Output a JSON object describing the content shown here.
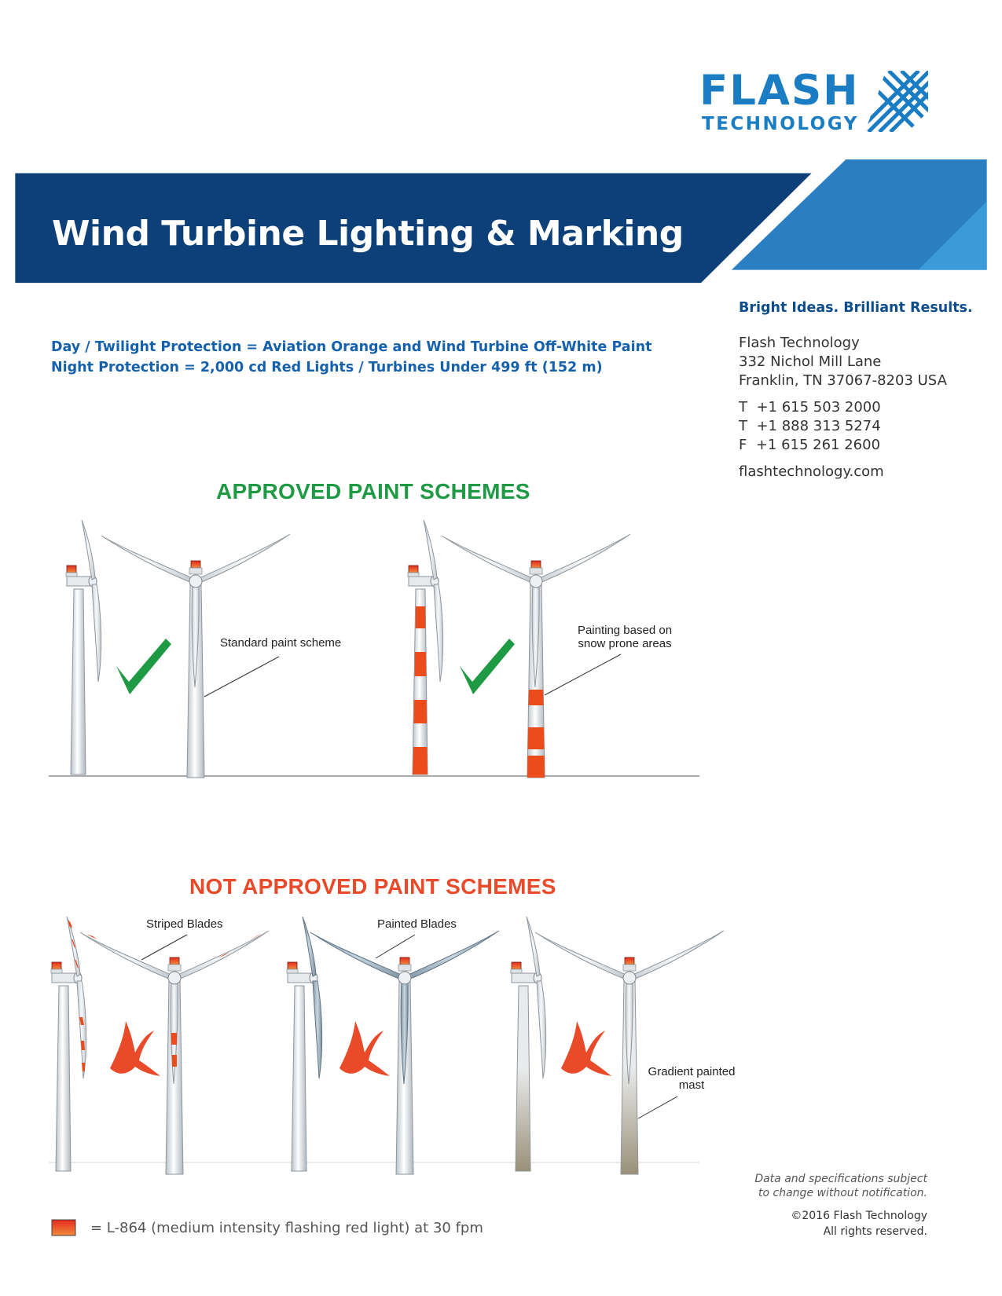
{
  "brand": {
    "logo_line1": "FLASH",
    "logo_line2": "TECHNOLOGY",
    "primary_color": "#1a7dc4",
    "banner_color": "#0d4078"
  },
  "header": {
    "title": "Wind Turbine Lighting & Marking"
  },
  "contact": {
    "tagline": "Bright Ideas. Brilliant Results.",
    "company": "Flash Technology",
    "street": "332 Nichol Mill Lane",
    "city": "Franklin, TN 37067-8203 USA",
    "phones": [
      {
        "label": "T",
        "number": "+1 615 503 2000"
      },
      {
        "label": "T",
        "number": "+1 888 313 5274"
      },
      {
        "label": "F",
        "number": "+1 615 261 2600"
      }
    ],
    "website": "flashtechnology.com"
  },
  "intro": {
    "line1": "Day / Twilight Protection = Aviation Orange and Wind Turbine Off-White Paint",
    "line2": "Night Protection = 2,000 cd Red Lights / Turbines Under 499 ft (152 m)"
  },
  "approved": {
    "title": "APPROVED PAINT SCHEMES",
    "title_color": "#1f9a44",
    "labels": {
      "standard": "Standard paint scheme",
      "snow_line1": "Painting based on",
      "snow_line2": "snow prone areas"
    }
  },
  "not_approved": {
    "title": "NOT APPROVED PAINT SCHEMES",
    "title_color": "#e84a2a",
    "labels": {
      "striped": "Striped Blades",
      "painted": "Painted Blades",
      "gradient_line1": "Gradient painted",
      "gradient_line2": "mast"
    }
  },
  "footer": {
    "disclaimer_line1": "Data and specifications subject",
    "disclaimer_line2": "to change without notification.",
    "copyright_line1": "©2016 Flash Technology",
    "copyright_line2": "All rights reserved.",
    "legend": "= L-864 (medium intensity flashing red light) at 30 fpm"
  }
}
